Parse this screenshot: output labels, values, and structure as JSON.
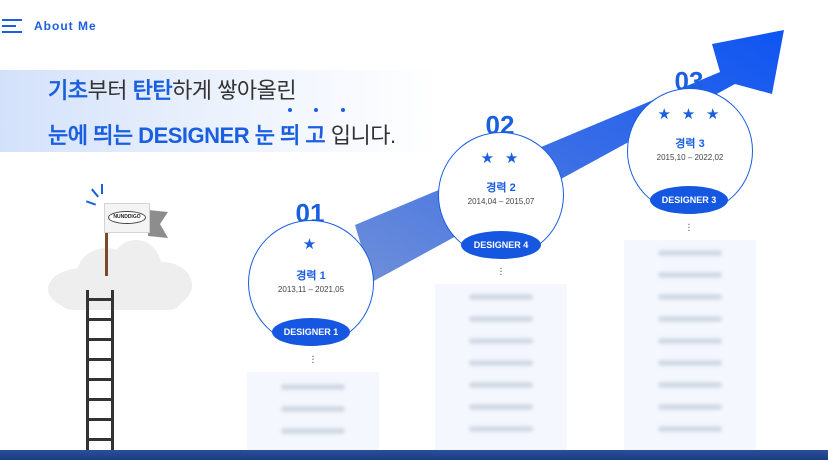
{
  "header": {
    "title": "About Me",
    "menu_icon": "hamburger-menu-icon"
  },
  "hero": {
    "line1": {
      "bold1": "기초",
      "normal1": "부터 ",
      "bold2": "탄탄",
      "normal2": "하게 쌓아올린"
    },
    "line2": {
      "bold": "눈에 띄는 DESIGNER 눈 띄 고",
      "normal": " 입니다."
    }
  },
  "flag": {
    "badge_text": "NUNDDIGO"
  },
  "colors": {
    "accent": "#1a5fe0",
    "pill": "#1557e0",
    "arrow": "#1e5cf0",
    "bottom_bar": "#2a4f9a"
  },
  "steps": [
    {
      "number": "01",
      "stars": "★",
      "title": "경력 1",
      "period": "2013,11 – 2021,05",
      "badge": "DESIGNER 1"
    },
    {
      "number": "02",
      "stars": "★ ★",
      "title": "경력 2",
      "period": "2014,04 – 2015,07",
      "badge": "DESIGNER 4"
    },
    {
      "number": "03",
      "stars": "★ ★ ★",
      "title": "경력 3",
      "period": "2015,10 – 2022,02",
      "badge": "DESIGNER 3"
    }
  ]
}
